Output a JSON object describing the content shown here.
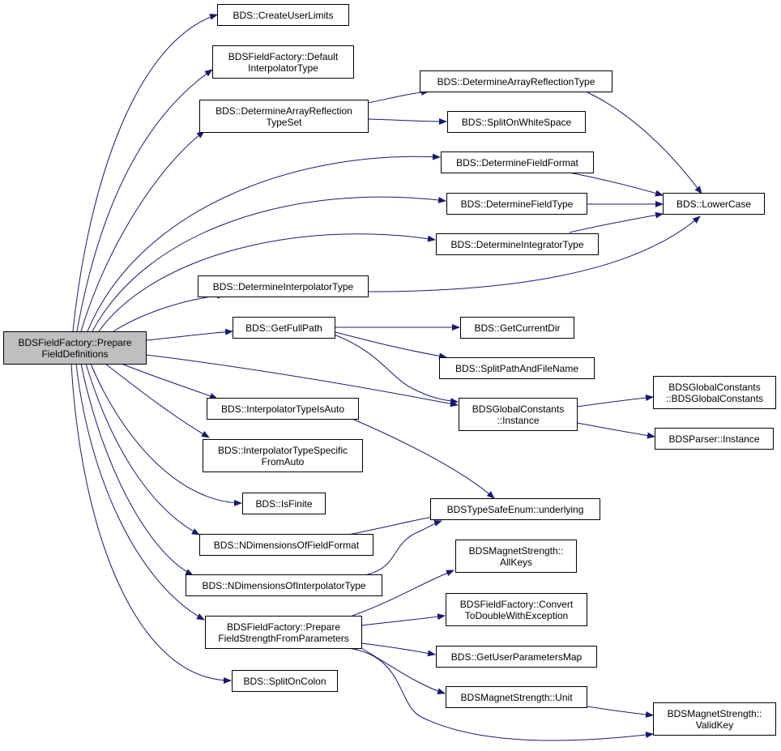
{
  "diagram": {
    "colors": {
      "edge": "#191970",
      "root_fill": "#bfbfbf",
      "node_fill": "#ffffff",
      "border": "#000000"
    },
    "nodes": {
      "root": "BDSFieldFactory::Prepare\nFieldDefinitions",
      "create_user_limits": "BDS::CreateUserLimits",
      "default_interpolator_type": "BDSFieldFactory::Default\nInterpolatorType",
      "determine_array_reflection_type_set": "BDS::DetermineArrayReflection\nTypeSet",
      "determine_array_reflection_type": "BDS::DetermineArrayReflectionType",
      "split_on_white_space": "BDS::SplitOnWhiteSpace",
      "determine_field_format": "BDS::DetermineFieldFormat",
      "lower_case": "BDS::LowerCase",
      "determine_field_type": "BDS::DetermineFieldType",
      "determine_integrator_type": "BDS::DetermineIntegratorType",
      "determine_interpolator_type": "BDS::DetermineInterpolatorType",
      "get_full_path": "BDS::GetFullPath",
      "get_current_dir": "BDS::GetCurrentDir",
      "split_path_and_file_name": "BDS::SplitPathAndFileName",
      "global_constants_ctor": "BDSGlobalConstants\n::BDSGlobalConstants",
      "global_constants_instance": "BDSGlobalConstants\n::Instance",
      "parser_instance": "BDSParser::Instance",
      "interpolator_type_is_auto": "BDS::InterpolatorTypeIsAuto",
      "interpolator_type_specific_from_auto": "BDS::InterpolatorTypeSpecific\nFromAuto",
      "is_finite": "BDS::IsFinite",
      "type_safe_enum_underlying": "BDSTypeSafeEnum::underlying",
      "n_dimensions_of_field_format": "BDS::NDimensionsOfFieldFormat",
      "magnet_strength_all_keys": "BDSMagnetStrength::\nAllKeys",
      "n_dimensions_of_interpolator_type": "BDS::NDimensionsOfInterpolatorType",
      "convert_to_double_with_exception": "BDSFieldFactory::Convert\nToDoubleWithException",
      "prepare_field_strength_from_parameters": "BDSFieldFactory::Prepare\nFieldStrengthFromParameters",
      "get_user_parameters_map": "BDS::GetUserParametersMap",
      "magnet_strength_unit": "BDSMagnetStrength::Unit",
      "magnet_strength_valid_key": "BDSMagnetStrength::\nValidKey",
      "split_on_colon": "BDS::SplitOnColon"
    }
  }
}
